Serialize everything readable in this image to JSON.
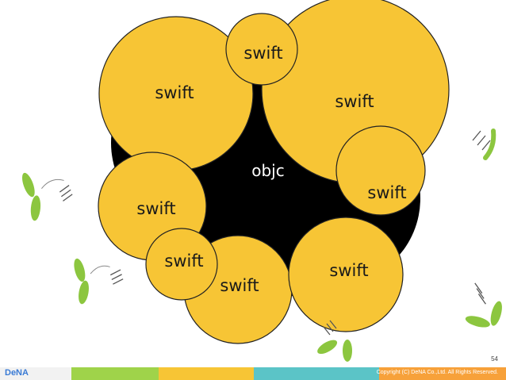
{
  "diagram": {
    "core_label": "objc",
    "bubble_label": "swift",
    "colors": {
      "core": "#000000",
      "bubble": "#f7c535",
      "outline": "#222222",
      "sprout": "#8cc63f"
    }
  },
  "footer": {
    "logo": "DeNA",
    "copyright": "Copyright (C) DeNA Co.,Ltd. All Rights Reserved.",
    "page_number": "54",
    "colors": [
      "#f2f2f2",
      "#9fd34a",
      "#f7c535",
      "#5bc4c7",
      "#f7a13a"
    ]
  }
}
